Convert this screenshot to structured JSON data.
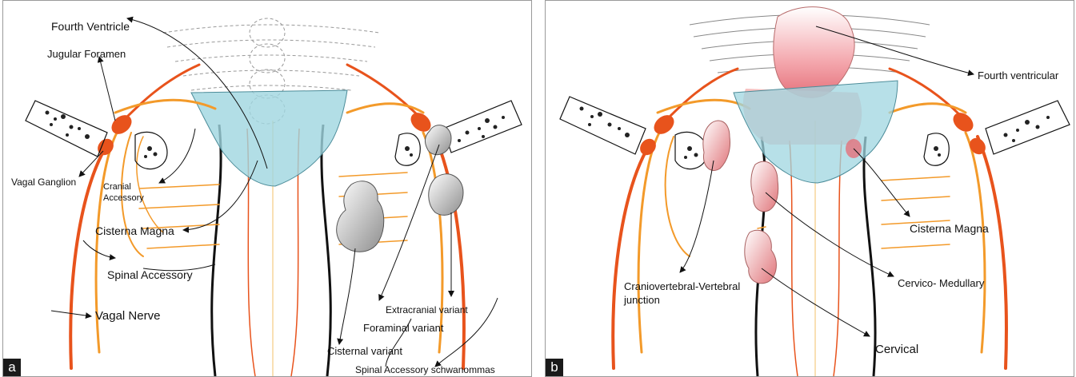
{
  "panel_a": {
    "letter": "a",
    "labels": {
      "fourth_ventricle": "Fourth Ventricle",
      "jugular_foramen": "Jugular Foramen",
      "vagal_ganglion": "Vagal Ganglion",
      "cranial_accessory_1": "Cranial",
      "cranial_accessory_2": "Accessory",
      "cisterna_magna": "Cisterna Magna",
      "spinal_accessory": "Spinal Accessory",
      "vagal_nerve": "Vagal Nerve",
      "extracranial_variant": "Extracranial variant",
      "foraminal_variant": "Foraminal variant",
      "cisternal_variant": "Cisternal variant",
      "spinal_accessory_schwannomas": "Spinal Accessory schwanommas"
    }
  },
  "panel_b": {
    "letter": "b",
    "labels": {
      "fourth_ventricular": "Fourth ventricular",
      "cisterna_magna": "Cisterna Magna",
      "cervico_medullary": "Cervico- Medullary",
      "craniovertebral_1": "Craniovertebral-Vertebral",
      "craniovertebral_2": "junction",
      "cervical": "Cervical"
    }
  },
  "colors": {
    "nerve_dark": "#e8531c",
    "nerve_light": "#f39a2a",
    "cistern_fill": "#9fd6e0",
    "tumor_gray": "#b5b5b5",
    "tumor_pink": "#f2a5a5"
  }
}
